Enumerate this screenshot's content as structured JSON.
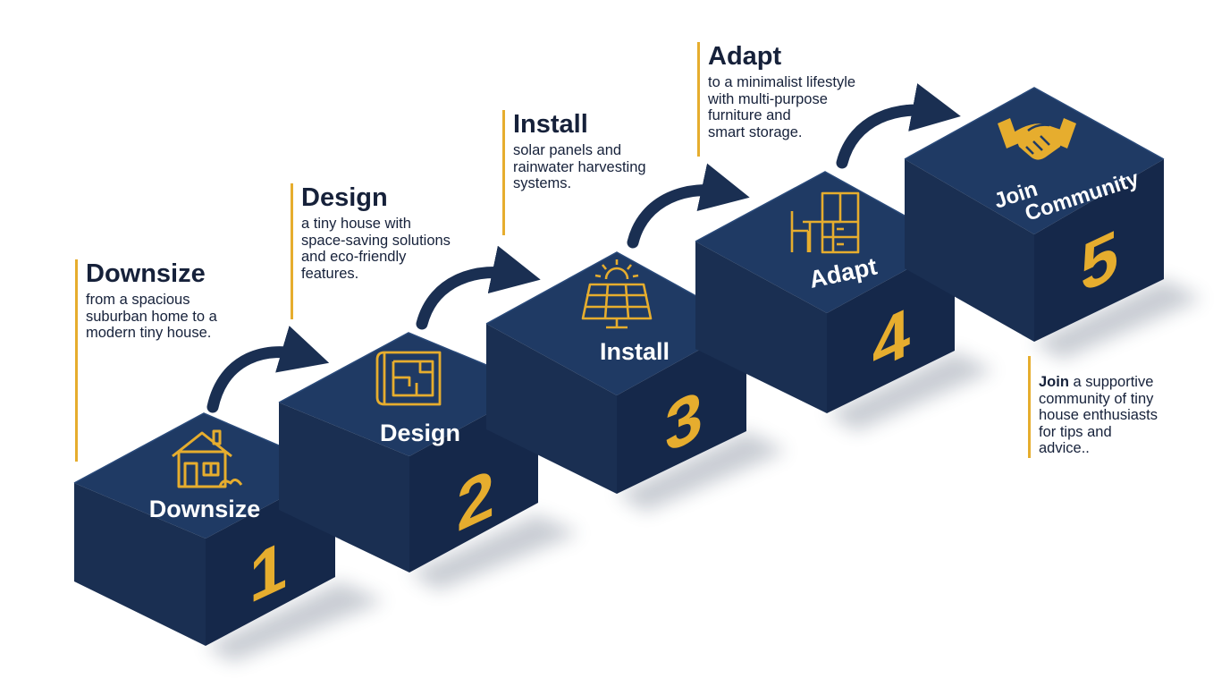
{
  "colors": {
    "cube_top": "#1f3a64",
    "cube_left": "#1a2f52",
    "cube_right": "#15284a",
    "accent": "#e6ad2e",
    "text_dark": "#16213a",
    "face_text": "#ffffff"
  },
  "steps": [
    {
      "number": "1",
      "face_label": "Downsize",
      "icon": "house-icon",
      "heading": "Downsize",
      "desc_lines": [
        "from a spacious",
        "suburban home to a",
        "modern tiny house."
      ]
    },
    {
      "number": "2",
      "face_label": "Design",
      "icon": "blueprint-icon",
      "heading": "Design",
      "desc_lines": [
        "a tiny house with",
        "space-saving solutions",
        "and eco-friendly",
        "features."
      ]
    },
    {
      "number": "3",
      "face_label": "Install",
      "icon": "solar-panel-icon",
      "heading": "Install",
      "desc_lines": [
        "solar panels and",
        "rainwater harvesting",
        "systems."
      ]
    },
    {
      "number": "4",
      "face_label": "Adapt",
      "icon": "furniture-icon",
      "heading": "Adapt",
      "desc_lines": [
        "to a minimalist lifestyle",
        "with multi-purpose",
        "furniture and",
        "smart storage."
      ]
    },
    {
      "number": "5",
      "face_label_lines": [
        "Join",
        "Community"
      ],
      "icon": "handshake-icon",
      "heading": "Join",
      "desc_first_rest": " a supportive",
      "desc_lines": [
        "community of tiny",
        "house enthusiasts",
        "for tips and",
        "advice.."
      ]
    }
  ]
}
